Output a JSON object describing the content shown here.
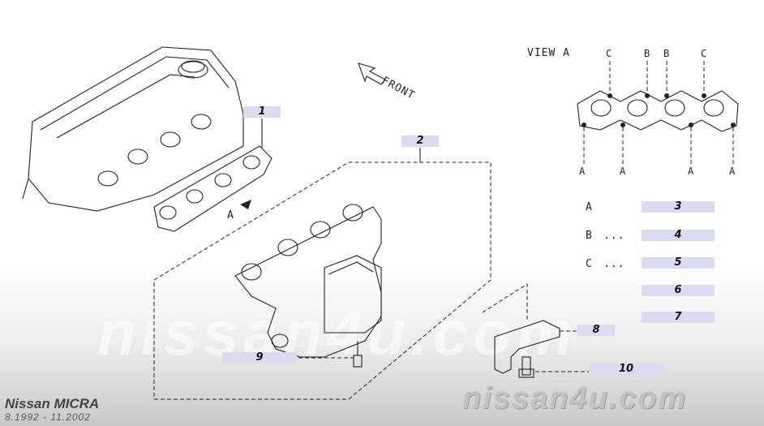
{
  "view_title": "VIEW A",
  "front_label": "FRONT",
  "direction_label": "A",
  "top_bolts": [
    "C",
    "B",
    "B",
    "C"
  ],
  "bottom_bolts": [
    "A",
    "A",
    "A",
    "A"
  ],
  "legend": [
    {
      "letter": "A",
      "dots": "",
      "num": "3"
    },
    {
      "letter": "B",
      "dots": "...",
      "num": "4"
    },
    {
      "letter": "C",
      "dots": "...",
      "num": "5"
    },
    {
      "letter": "",
      "dots": "",
      "num": "6"
    },
    {
      "letter": "",
      "dots": "",
      "num": "7"
    }
  ],
  "callouts": {
    "c1": "1",
    "c2": "2",
    "c8": "8",
    "c9": "9",
    "c10": "10"
  },
  "brand": "Nissan MICRA",
  "dates": "8.1992 - 11.2002",
  "site": "nissan4u.com",
  "watermark": "nissan4u.com"
}
